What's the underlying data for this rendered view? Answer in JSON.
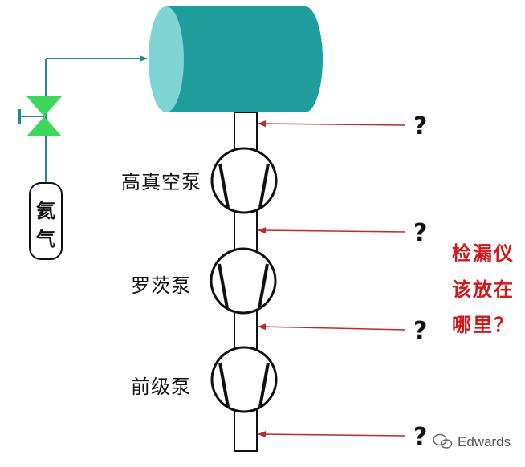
{
  "pumps": [
    {
      "label": "高真空泵"
    },
    {
      "label": "罗茨泵"
    },
    {
      "label": "前级泵"
    }
  ],
  "gas_source": {
    "line1": "氦",
    "line2": "气"
  },
  "question_marks": [
    "?",
    "?",
    "?",
    "?"
  ],
  "question_text": {
    "line1": "检漏仪",
    "line2": "该放在",
    "line3": "哪里？"
  },
  "watermark": "Edwards",
  "colors": {
    "chamber": "#1f9c9c",
    "chamber_end": "#7fd4d4",
    "pipe_line": "#1f8c8c",
    "valve": "#3fd65c",
    "valve_handle": "#1f8c8c",
    "arrow": "#c0282e",
    "question_red": "#d0191d"
  }
}
